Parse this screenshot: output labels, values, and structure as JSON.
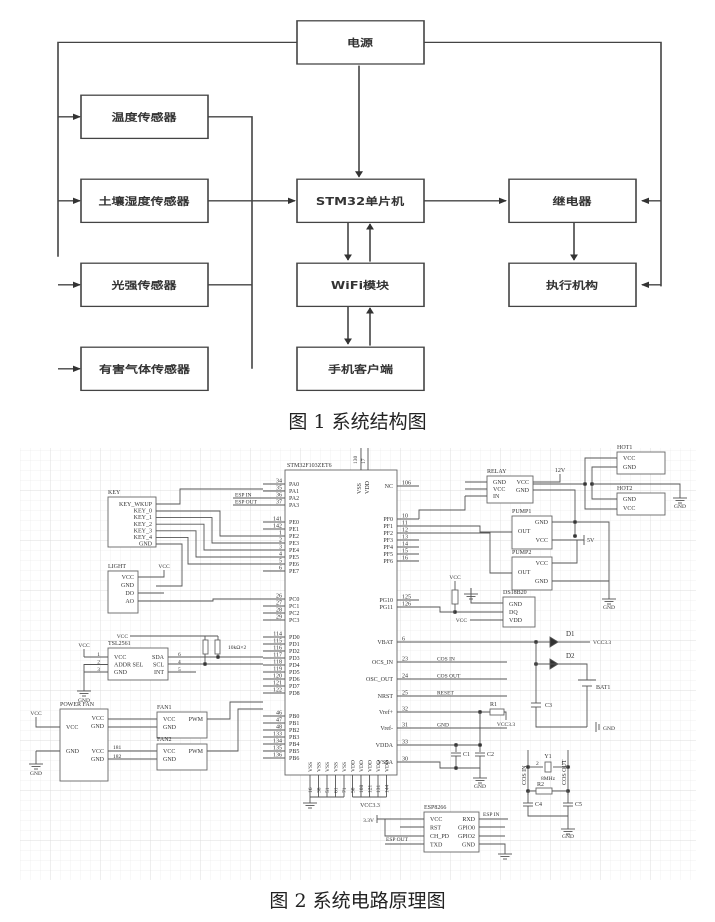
{
  "figure1": {
    "caption": "图 1  系统结构图",
    "blocks": {
      "power": "电源",
      "temp_sensor": "温度传感器",
      "soil_sensor": "土壤湿度传感器",
      "light_sensor": "光强传感器",
      "gas_sensor": "有害气体传感器",
      "mcu": "STM32单片机",
      "wifi": "WiFi模块",
      "phone": "手机客户端",
      "relay": "继电器",
      "actuator": "执行机构"
    }
  },
  "figure2": {
    "caption": "图 2  系统电路原理图",
    "mcu": {
      "name": "STM32F103ZET6",
      "left_pins": [
        {
          "num": "34",
          "name": "PA0"
        },
        {
          "num": "35",
          "name": "PA1"
        },
        {
          "num": "36",
          "name": "PA2",
          "net": "ESP IN"
        },
        {
          "num": "37",
          "name": "PA3",
          "net": "ESP OUT"
        },
        {
          "num": "141",
          "name": "PE0"
        },
        {
          "num": "142",
          "name": "PE1"
        },
        {
          "num": "1",
          "name": "PE2"
        },
        {
          "num": "2",
          "name": "PE3"
        },
        {
          "num": "3",
          "name": "PE4"
        },
        {
          "num": "4",
          "name": "PE5"
        },
        {
          "num": "5",
          "name": "PE6"
        },
        {
          "num": "6",
          "name": "PE7"
        },
        {
          "num": "26",
          "name": "PC0"
        },
        {
          "num": "27",
          "name": "PC1"
        },
        {
          "num": "28",
          "name": "PC2"
        },
        {
          "num": "29",
          "name": "PC3"
        },
        {
          "num": "114",
          "name": "PD0"
        },
        {
          "num": "115",
          "name": "PD1"
        },
        {
          "num": "116",
          "name": "PD2"
        },
        {
          "num": "117",
          "name": "PD3"
        },
        {
          "num": "118",
          "name": "PD4"
        },
        {
          "num": "119",
          "name": "PD5"
        },
        {
          "num": "120",
          "name": "PD6"
        },
        {
          "num": "121",
          "name": "PD7"
        },
        {
          "num": "122",
          "name": "PD8"
        },
        {
          "num": "46",
          "name": "PB0"
        },
        {
          "num": "47",
          "name": "PB1"
        },
        {
          "num": "48",
          "name": "PB2"
        },
        {
          "num": "133",
          "name": "PB3"
        },
        {
          "num": "134",
          "name": "PB4"
        },
        {
          "num": "135",
          "name": "PB5"
        },
        {
          "num": "136",
          "name": "PB6"
        }
      ],
      "right_pins": [
        {
          "num": "106",
          "name": "NC"
        },
        {
          "num": "10",
          "name": "PF0"
        },
        {
          "num": "11",
          "name": "PF1"
        },
        {
          "num": "12",
          "name": "PF2"
        },
        {
          "num": "13",
          "name": "PF3"
        },
        {
          "num": "14",
          "name": "PF4"
        },
        {
          "num": "15",
          "name": "PF5"
        },
        {
          "num": "16",
          "name": "PF6"
        },
        {
          "num": "125",
          "name": "PG10"
        },
        {
          "num": "126",
          "name": "PG11"
        },
        {
          "num": "6",
          "name": "VBAT"
        },
        {
          "num": "23",
          "name": "OCS_IN",
          "net": "COS IN"
        },
        {
          "num": "24",
          "name": "OSC_OUT",
          "net": "COS OUT"
        },
        {
          "num": "25",
          "name": "NRST",
          "net": "RESET"
        },
        {
          "num": "32",
          "name": "Vref+"
        },
        {
          "num": "31",
          "name": "Vref-",
          "net": "GND"
        },
        {
          "num": "33",
          "name": "VDDA"
        },
        {
          "num": "30",
          "name": "VSSA"
        }
      ],
      "top_pins": [
        {
          "num": "130",
          "name": "VSS"
        },
        {
          "num": "17",
          "name": "VDD"
        }
      ],
      "bottom_pins": [
        {
          "num": "16",
          "name": "VSS"
        },
        {
          "num": "38",
          "name": "VSS"
        },
        {
          "num": "51",
          "name": "VSS"
        },
        {
          "num": "61",
          "name": "VSS"
        },
        {
          "num": "71",
          "name": "VSS"
        },
        {
          "num": "50",
          "name": "VDD"
        },
        {
          "num": "108",
          "name": "VDD"
        },
        {
          "num": "121",
          "name": "VDD"
        },
        {
          "num": "131",
          "name": "VDD"
        },
        {
          "num": "144",
          "name": "VDD"
        }
      ],
      "bottom_net": "VCC3.3"
    },
    "key": {
      "name": "KEY",
      "pins": [
        "KEY_WKUP",
        "KEY_0",
        "KEY_1",
        "KEY_2",
        "KEY_3",
        "KEY_4",
        "GND"
      ]
    },
    "light": {
      "name": "LIGHT",
      "pins": [
        "VCC",
        "GND",
        "DO",
        "AO"
      ],
      "vcc": "VCC"
    },
    "tsl": {
      "name": "TSL2561",
      "left_pins": [
        {
          "num": "1",
          "name": "VCC"
        },
        {
          "num": "2",
          "name": "ADDR SEL"
        },
        {
          "num": "3",
          "name": "GND"
        }
      ],
      "right_pins": [
        {
          "num": "6",
          "name": "SDA"
        },
        {
          "num": "4",
          "name": "SCL"
        },
        {
          "num": "5",
          "name": "INT"
        }
      ],
      "vcc": "VCC",
      "gnd": "GND",
      "pullup_vcc": "VCC",
      "pullup_label": "10kΩ×2"
    },
    "power_fan": {
      "name": "POWER FAN",
      "left_pins": [
        "VCC",
        "GND"
      ],
      "right_pins": [
        "VCC",
        "GND",
        "VCC",
        "GND"
      ],
      "net_labels": [
        "181",
        "182"
      ],
      "vcc": "VCC",
      "gnd": "GND"
    },
    "fan1": {
      "name": "FAN1",
      "pins": [
        "VCC",
        "GND"
      ],
      "pwm": "PWM"
    },
    "fan2": {
      "name": "FAN2",
      "pins": [
        "VCC",
        "GND"
      ],
      "pwm": "PWM"
    },
    "relay": {
      "name": "RELAY",
      "left_pins": [
        "GND",
        "VCC",
        "IN"
      ],
      "right_pins": [
        "VCC",
        "GND"
      ],
      "supply": "12V"
    },
    "hot1": {
      "name": "HOT1",
      "pins": [
        "VCC",
        "GND"
      ]
    },
    "hot2": {
      "name": "HOT2",
      "pins": [
        "GND",
        "VCC"
      ],
      "gnd": "GND"
    },
    "pump1": {
      "name": "PUMP1",
      "pins": [
        "GND",
        "OUT",
        "VCC"
      ]
    },
    "pump2": {
      "name": "PUMP2",
      "pins": [
        "VCC",
        "OUT",
        "GND"
      ],
      "supply": "5V",
      "gnd": "GND"
    },
    "ds18b20": {
      "name": "DS18B20",
      "pins": [
        "GND",
        "DQ",
        "VDD"
      ],
      "vcc": "VCC",
      "vdd_net": "VCC"
    },
    "battery": {
      "d1": "D1",
      "d2": "D2",
      "c3": "C3",
      "bat": "BAT1",
      "vcc": "VCC3.3",
      "gnd": "GND"
    },
    "vref": {
      "r1": "R1",
      "vcc": "VCC3.3",
      "c1": "C1",
      "c2": "C2",
      "gnd": "GND"
    },
    "crystal": {
      "in": "COS IN",
      "out": "COS OUT",
      "y1": "Y1",
      "freq": "8MHz",
      "r2": "R2",
      "c4": "C4",
      "c5": "C5",
      "pin2": "2",
      "pin1": "1",
      "gnd": "GND"
    },
    "esp": {
      "name": "ESP8266",
      "left_pins": [
        "VCC",
        "RST",
        "CH_PD",
        "TXD"
      ],
      "right_pins": [
        "RXD",
        "GPIO0",
        "GPIO2",
        "GND"
      ],
      "supply": "3.3V",
      "rx_net": "ESP IN",
      "tx_net": "ESP OUT"
    }
  }
}
